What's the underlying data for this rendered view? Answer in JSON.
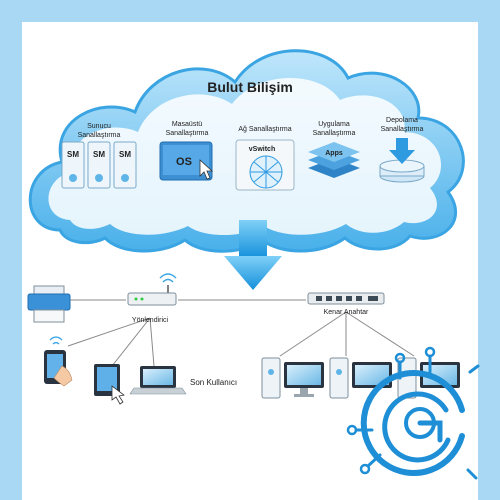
{
  "cloud": {
    "title": "Bulut Bilişim",
    "services": [
      {
        "label_1": "Sunucu",
        "label_2": "Sanallaştırma",
        "badge": "SM",
        "icon": "server-virtualization-icon"
      },
      {
        "label_1": "Masaüstü",
        "label_2": "Sanallaştırma",
        "badge": "OS",
        "icon": "desktop-virtualization-icon"
      },
      {
        "label_1": "Ağ Sanallaştırma",
        "label_2": "",
        "badge": "vSwitch",
        "icon": "network-virtualization-icon"
      },
      {
        "label_1": "Uygulama",
        "label_2": "Sanallaştırma",
        "badge": "Apps",
        "icon": "application-virtualization-icon"
      },
      {
        "label_1": "Depolama",
        "label_2": "Sanallaştırma",
        "badge": "",
        "icon": "storage-virtualization-icon"
      }
    ]
  },
  "network": {
    "router_label": "Yönlendirici",
    "switch_label": "Kenar Anahtar",
    "end_user_label": "Son Kullanıcı"
  },
  "colors": {
    "cloud_fill": "#6fc3f1",
    "cloud_inner": "#ffffff",
    "arrow": "#1ea2e6",
    "line": "#8a8a8a",
    "frame_bg": "#a9d8f4",
    "logo": "#1e8fd6"
  }
}
